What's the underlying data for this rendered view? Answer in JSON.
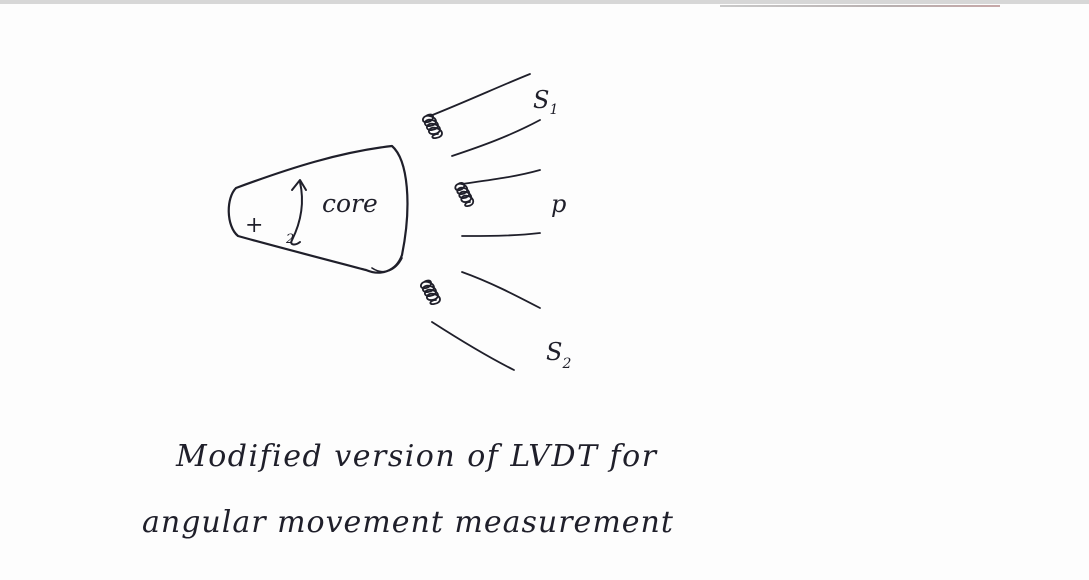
{
  "diagram": {
    "labels": {
      "plus": "+",
      "core": "core",
      "s1": "S",
      "s1_sub": "1",
      "p": "p",
      "s2": "S",
      "s2_sub": "2",
      "arrow_mark": "2"
    },
    "caption": {
      "line1": "Modified version of LVDT for",
      "line2": "angular movement measurement"
    }
  }
}
